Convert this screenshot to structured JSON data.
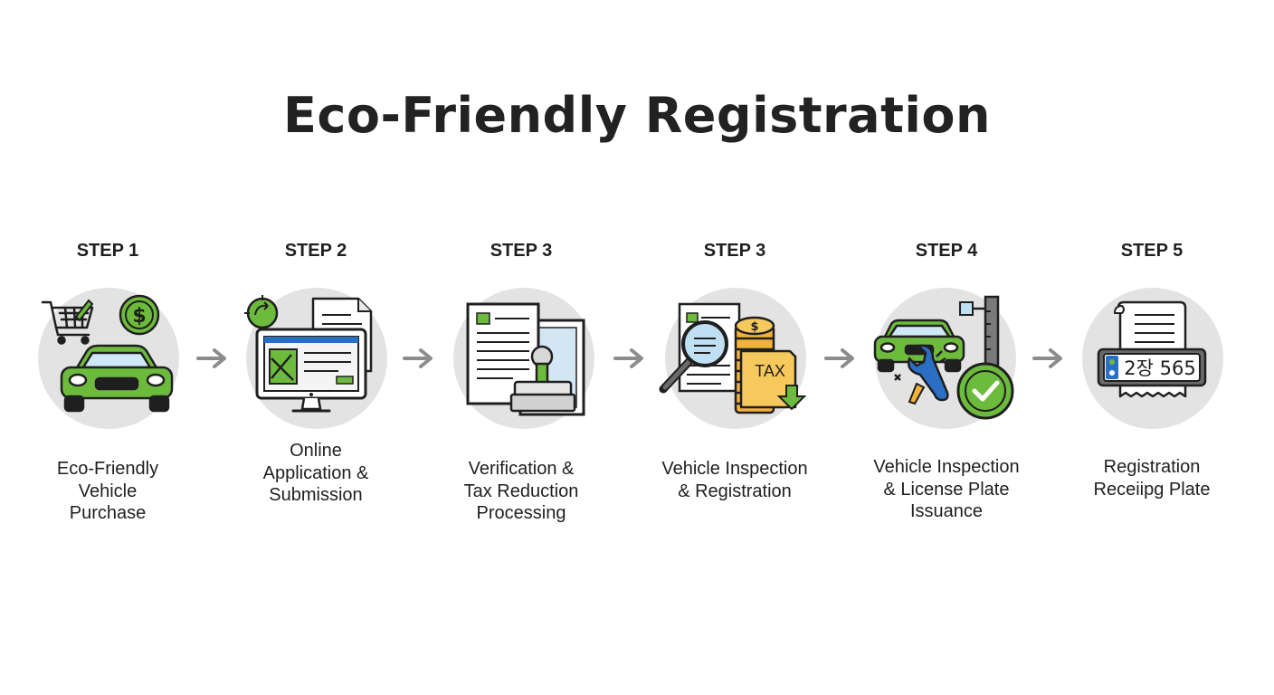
{
  "title": "Eco-Friendly Registration",
  "colors": {
    "green": "#6dbb3c",
    "dark_green": "#2f7d1a",
    "gold": "#f0b23a",
    "blue": "#2a6fc4",
    "circle_gray": "#e3e3e3",
    "arrow_gray": "#8c8c8c",
    "outline": "#1f1f1f"
  },
  "steps": [
    {
      "label": "STEP 1",
      "caption": [
        "Eco-Friendly",
        "Vehicle",
        "Purchase"
      ],
      "icons": [
        "shopping-cart-icon",
        "dollar-coin-icon",
        "green-car-icon"
      ]
    },
    {
      "label": "STEP 2",
      "caption": [
        "Online",
        "Application &",
        "Submission"
      ],
      "icons": [
        "recycle-leaf-icon",
        "document-icon",
        "computer-monitor-icon"
      ]
    },
    {
      "label": "STEP 3",
      "caption": [
        "Verification &",
        "Tax Reduction",
        "Processing"
      ],
      "icons": [
        "document-icon",
        "stamp-icon"
      ]
    },
    {
      "label": "STEP 3",
      "caption": [
        "Vehicle Inspection",
        "& Registration"
      ],
      "icons": [
        "magnifying-glass-icon",
        "coin-stack-icon",
        "tax-document-icon"
      ],
      "tax_text": "TAX"
    },
    {
      "label": "STEP 4",
      "caption": [
        "Vehicle Inspection",
        "& License Plate",
        "Issuance"
      ],
      "icons": [
        "green-car-icon",
        "wrench-icon",
        "inspection-gauge-icon",
        "check-badge-icon"
      ]
    },
    {
      "label": "STEP 5",
      "caption": [
        "Registration",
        "Receiipg Plate"
      ],
      "icons": [
        "receipt-icon",
        "license-plate-icon"
      ],
      "plate_text": "2장 565"
    }
  ]
}
